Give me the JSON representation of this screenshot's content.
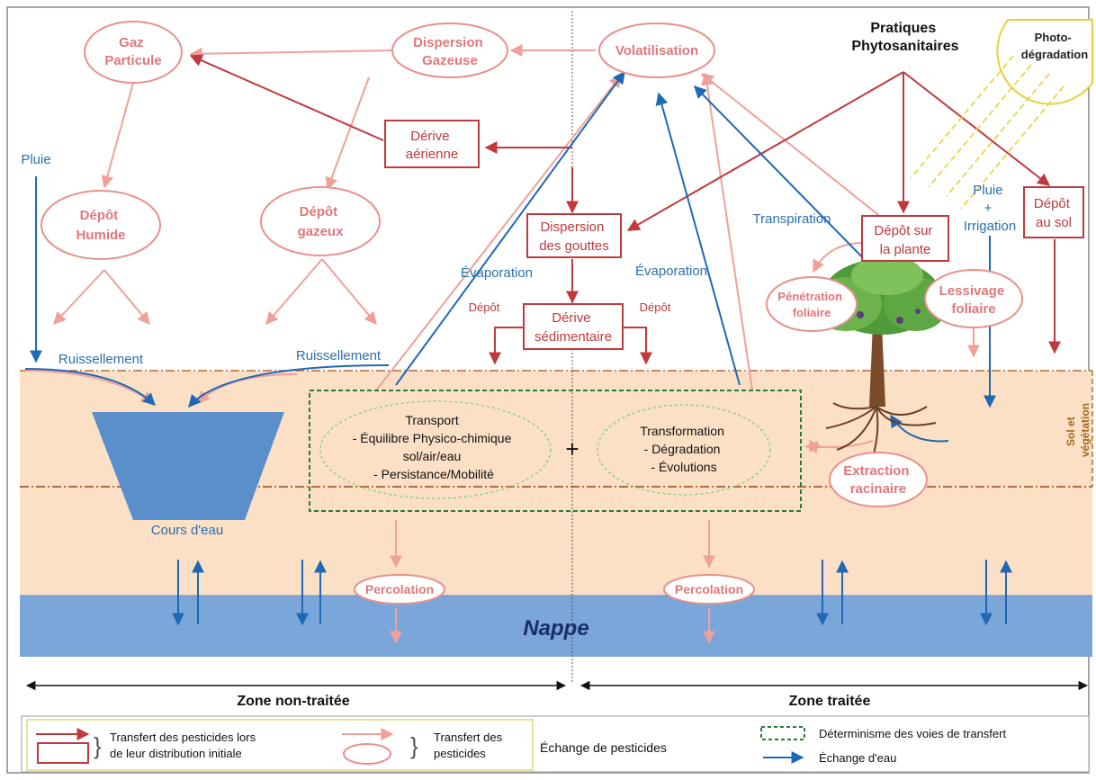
{
  "atmosphere": {
    "gaz_particule": [
      "Gaz",
      "Particule"
    ],
    "dispersion_gazeuse": [
      "Dispersion",
      "Gazeuse"
    ],
    "volatilisation": "Volatilisation",
    "depot_humide": [
      "Dépôt",
      "Humide"
    ],
    "depot_gazeux": [
      "Dépôt",
      "gazeux"
    ],
    "derive_aerienne": [
      "Dérive",
      "aérienne"
    ],
    "dispersion_gouttes": [
      "Dispersion",
      "des gouttes"
    ],
    "derive_sedimentaire": [
      "Dérive",
      "sédimentaire"
    ],
    "depot_left": "Dépôt",
    "depot_right": "Dépôt",
    "pratiques": [
      "Pratiques",
      "Phytosanitaires"
    ],
    "photo_degradation": [
      "Photo-",
      "dégradation"
    ],
    "depot_plante": [
      "Dépôt sur",
      "la plante"
    ],
    "depot_sol": [
      "Dépôt",
      "au sol"
    ],
    "penetration": [
      "Pénétration",
      "foliaire"
    ],
    "lessivage": [
      "Lessivage",
      "foliaire"
    ]
  },
  "water_labels": {
    "pluie": "Pluie",
    "ruissellement_left": "Ruissellement",
    "ruissellement_right": "Ruissellement",
    "evaporation_left": "Évaporation",
    "evaporation_right": "Évaporation",
    "transpiration": "Transpiration",
    "pluie_irrigation": [
      "Pluie",
      "+",
      "Irrigation"
    ],
    "cours_eau": "Cours d'eau"
  },
  "soil": {
    "transport": [
      "Transport",
      "- Équilibre Physico-chimique",
      "sol/air/eau",
      "- Persistance/Mobilité"
    ],
    "plus": "+",
    "transformation": [
      "Transformation",
      "- Dégradation",
      "- Évolutions"
    ],
    "extraction": [
      "Extraction",
      "racinaire"
    ],
    "percolation_left": "Percolation",
    "percolation_right": "Percolation",
    "sol_vegetation": [
      "Sol et",
      "végétation"
    ],
    "nappe": "Nappe"
  },
  "zones": {
    "non_traitee": "Zone non-traitée",
    "traitee": "Zone traitée"
  },
  "legend": {
    "initial": [
      "Transfert des pesticides lors",
      "de leur distribution initiale"
    ],
    "transfert": [
      "Transfert des",
      "pesticides"
    ],
    "echange_pesticides": "Échange de pesticides",
    "determinisme": "Déterminisme des voies de transfert",
    "echange_eau": "Échange d'eau"
  },
  "colors": {
    "pink": "#f0a09a",
    "pink_text": "#e0777a",
    "red": "#c0393c",
    "blue": "#2a6fb0",
    "soil": "#fbe0c6",
    "nappe": "#7aa6da",
    "river": "#5b8fcc",
    "green_dash": "#2a7a3a"
  }
}
